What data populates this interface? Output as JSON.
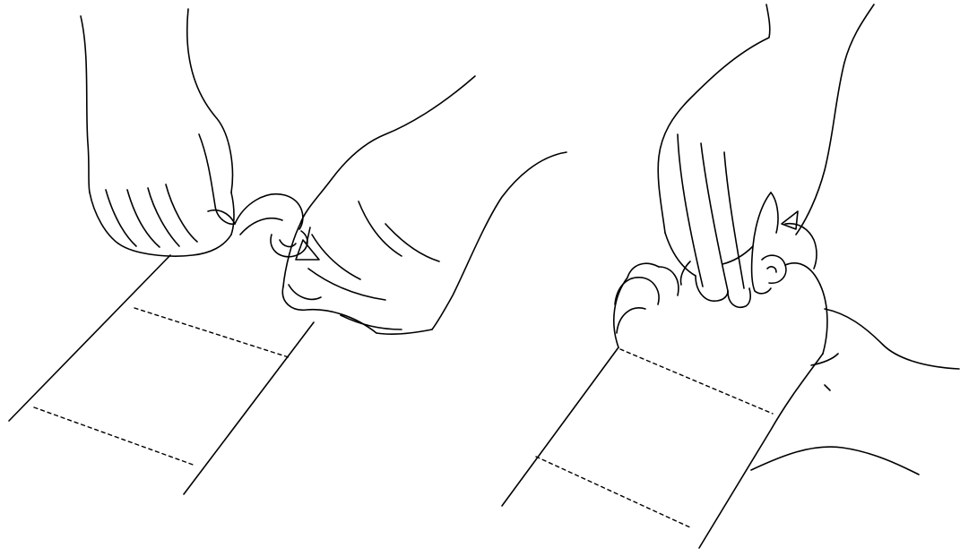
{
  "figure": {
    "background_color": "#ffffff",
    "stroke_color": "#000000",
    "panels": [
      {
        "id": "left",
        "content": [
          "hand-icon",
          "hand-icon",
          "paper-strip",
          "fold-direction-arrow-icon"
        ]
      },
      {
        "id": "right",
        "content": [
          "hand-icon",
          "paper-strip",
          "fold-direction-arrow-icon"
        ]
      }
    ]
  }
}
